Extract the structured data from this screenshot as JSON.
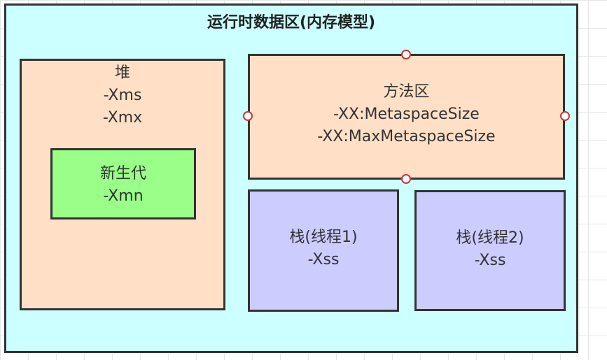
{
  "region": {
    "title": "运行时数据区(内存模型)"
  },
  "heap": {
    "name": "堆",
    "params": [
      "-Xms",
      "-Xmx"
    ]
  },
  "young_gen": {
    "name": "新生代",
    "param": "-Xmn"
  },
  "method_area": {
    "name": "方法区",
    "params": [
      "-XX:MetaspaceSize",
      "-XX:MaxMetaspaceSize"
    ]
  },
  "stacks": [
    {
      "name": "栈(线程1)",
      "param": "-Xss"
    },
    {
      "name": "栈(线程2)",
      "param": "-Xss"
    }
  ],
  "colors": {
    "region_bg": "#ccffff",
    "heap_bg": "#ffe0c6",
    "young_bg": "#99ff88",
    "method_area_bg": "#ffe0c6",
    "stack_bg": "#ccccff",
    "border": "#333333",
    "handle_border": "#cc3333"
  }
}
